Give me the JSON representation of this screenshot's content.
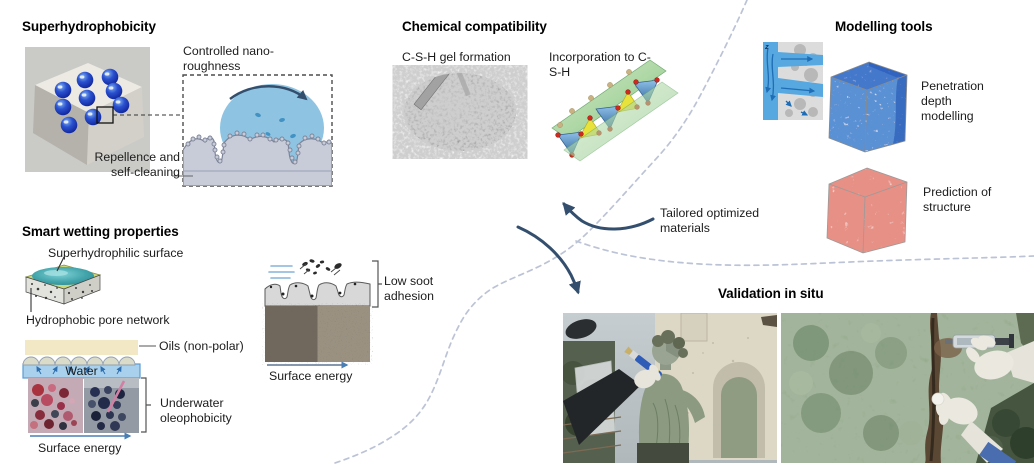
{
  "figure": {
    "superhydrophobicity": {
      "title": "Superhydrophobicity",
      "controlled_label": "Controlled nano-roughness",
      "repellence_label": "Repellence and self-cleaning"
    },
    "smart_wetting": {
      "title": "Smart wetting properties",
      "superhydrophilic_label": "Superhydrophilic surface",
      "pore_network_label": "Hydrophobic pore network",
      "oils_label": "Oils (non-polar)",
      "water_label": "Water",
      "underwater_label": "Underwater oleophobicity",
      "surface_energy_label": "Surface energy"
    },
    "soot": {
      "low_soot_label": "Low soot adhesion",
      "surface_energy_label": "Surface energy"
    },
    "chemical": {
      "title": "Chemical compatibility",
      "csh_gel_label": "C-S-H gel formation",
      "incorporation_label": "Incorporation to C-S-H"
    },
    "modelling": {
      "title": "Modelling tools",
      "z_axis_label": "z",
      "penetration_label": "Penetration depth modelling",
      "prediction_label": "Prediction of structure"
    },
    "loop": {
      "tailored_label": "Tailored optimized materials"
    },
    "validation": {
      "title": "Validation in situ"
    },
    "colors": {
      "arrow_navy": "#344f6e",
      "dashed_divider": "#bcc3d6",
      "droplet_blue": "#8ec4e2",
      "water_blue": "#a9d1ee",
      "oils_beige": "#f2e8c6",
      "plane_green": "#9ccb92",
      "model_blue": "#1e4fae",
      "model_red": "#cb4b3f"
    }
  }
}
